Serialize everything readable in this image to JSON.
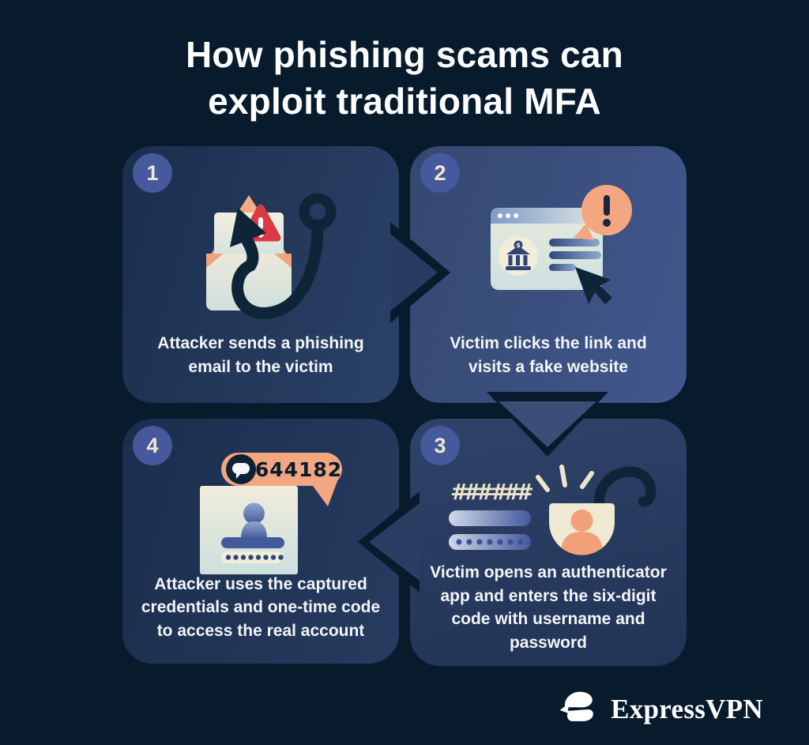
{
  "title": {
    "lines": [
      "How phishing scams can",
      "exploit traditional MFA"
    ]
  },
  "steps": [
    {
      "number": "1",
      "icon": "phishing-email-hook",
      "caption_lines": [
        "Attacker sends a phishing",
        "email to the victim"
      ]
    },
    {
      "number": "2",
      "icon": "fake-website-cursor-warning",
      "caption_lines": [
        "Victim clicks the link and",
        "visits a fake website"
      ]
    },
    {
      "number": "3",
      "icon": "authenticator-code-unlock",
      "mask_text": "### ###",
      "caption_lines": [
        "Victim opens an authenticator",
        "app and enters the six-digit",
        "code with username and",
        "password"
      ]
    },
    {
      "number": "4",
      "icon": "sms-code-captured-credentials",
      "otp_code": "644182",
      "caption_lines": [
        "Attacker uses the captured",
        "credentials and one-time code",
        "to access the real account"
      ]
    }
  ],
  "bank_symbol": "$",
  "brand": {
    "name": "ExpressVPN"
  },
  "colors": {
    "background": "#071b2d",
    "card_dark_start": "#1b2e4d",
    "card_dark_end": "#2b4167",
    "card_light_start": "#34486f",
    "card_light_end": "#42578e",
    "badge_blue": "#45599c",
    "accent_orange": "#f3a67f",
    "warning_red": "#d93a43",
    "cream": "#efe9d4",
    "ink_navy": "#0e2537",
    "pill_blue": "#44589c",
    "text_white": "#f2f5f8"
  }
}
